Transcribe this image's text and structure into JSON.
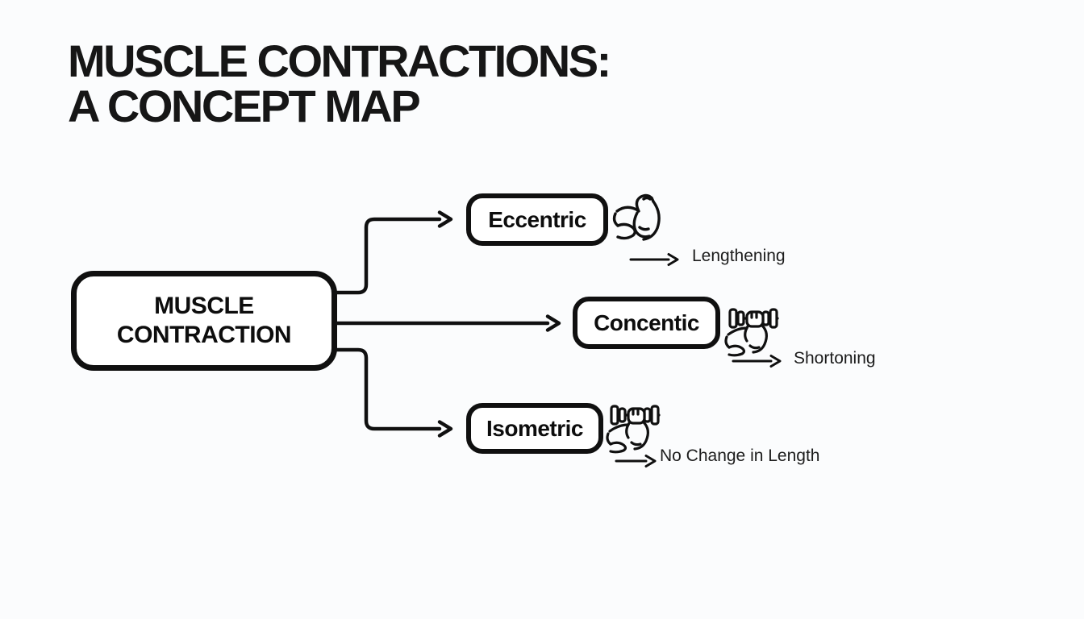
{
  "title": {
    "line1": "MUSCLE CONTRACTIONS:",
    "line2": "A CONCEPT MAP"
  },
  "root": {
    "line1": "MUSCLE",
    "line2": "CONTRACTION"
  },
  "branches": [
    {
      "label": "Eccentric",
      "icon": "flexed-bicep-icon",
      "result": "Lengthening"
    },
    {
      "label": "Concentic",
      "icon": "arm-dumbbell-icon",
      "result": "Shortoning"
    },
    {
      "label": "Isometric",
      "icon": "arm-dumbbell-icon",
      "result": "No Change in Length"
    }
  ],
  "colors": {
    "ink": "#111111",
    "background": "#fbfcfd",
    "node_fill": "#ffffff"
  }
}
